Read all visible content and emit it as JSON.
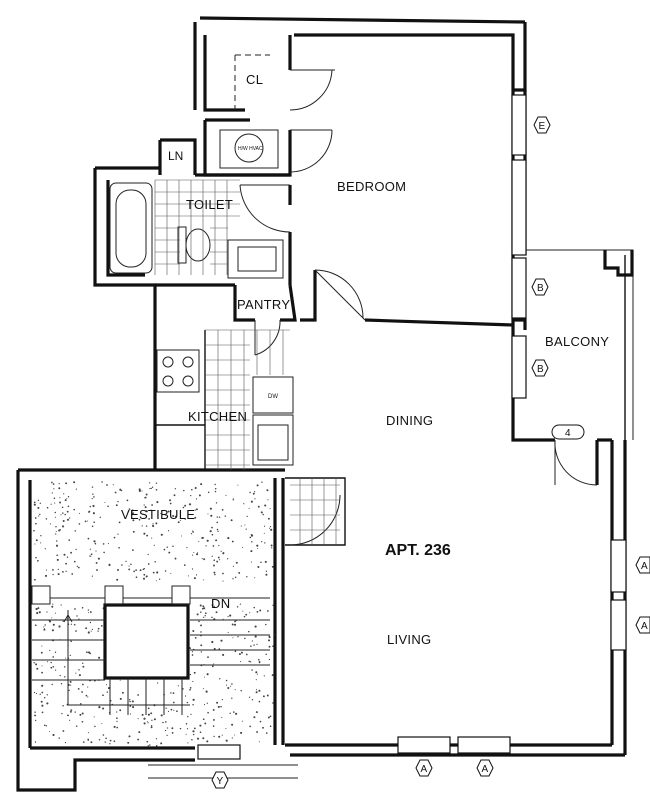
{
  "apartment": {
    "label": "APT. 236"
  },
  "rooms": {
    "closet": "CL",
    "linen": "LN",
    "hw_hvac": "H/W HVAC",
    "toilet": "TOILET",
    "bedroom": "BEDROOM",
    "pantry": "PANTRY",
    "kitchen": "KITCHEN",
    "dishwasher": "DW",
    "balcony": "BALCONY",
    "dining": "DINING",
    "vestibule": "VESTIBULE",
    "stair_dn": "DN",
    "living": "LIVING"
  },
  "elevation_tags": {
    "e": "E",
    "b1": "B",
    "b2": "B",
    "four": "4",
    "a_right_1": "A",
    "a_right_2": "A",
    "a_bottom_1": "A",
    "a_bottom_2": "A",
    "y": "Y"
  },
  "colors": {
    "ink": "#111111",
    "paper": "#ffffff"
  }
}
